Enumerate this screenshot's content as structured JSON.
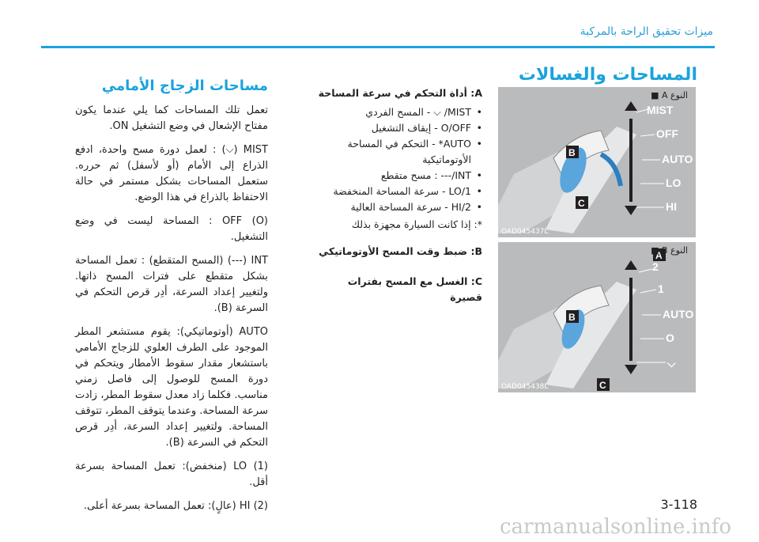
{
  "header": {
    "running_title": "ميزات تحقيق الراحة بالمركبة"
  },
  "section_title": "المساحات والغسالات",
  "front_wipers": {
    "title": "مساحات الزجاج الأمامي",
    "paragraphs": [
      "تعمل تلك المساحات كما يلي عندما يكون مفتاح الإشعال في وضع التشغيل ON.",
      "MIST (⌵) : لعمل دورة مسح واحدة، ادفع الذراع إلى الأمام (أو لأسفل) ثم حرره. ستعمل المساحات بشكل مستمر في حالة الاحتفاظ بالذراع في هذا الوضع.",
      "OFF (O) : المساحة ليست في وضع التشغيل.",
      "INT (---) (المسح المتقطع) : تعمل المساحة بشكل متقطع على فترات المسح ذاتها. ولتغيير إعداد السرعة، أدِر قرص التحكم في السرعة (B).",
      "AUTO (أوتوماتيكي): يقوم مستشعر المطر الموجود على الطرف العلوي للزجاج الأمامي باستشعار مقدار سقوط الأمطار ويتحكم في دورة المسح للوصول إلى فاصل زمني مناسب. فكلما زاد معدل سقوط المطر، زادت سرعة المساحة. وعندما يتوقف المطر، تتوقف المساحة. ولتغيير إعداد السرعة، أدِر قرص التحكم في السرعة (B).",
      "LO (1) (منخفض): تعمل المساحة بسرعة أقل.",
      "HI (2) (عالٍ): تعمل المساحة بسرعة أعلى."
    ]
  },
  "controls": {
    "heading": "A: أداة التحكم في سرعة المساحة",
    "items": [
      "MIST/ ⌵ - المسح الفردي",
      "O/OFF - إيقاف التشغيل",
      "AUTO* - التحكم في المساحة الأوتوماتيكية",
      "INT/--- : مسح متقطع",
      "LO/1 - سرعة المساحة المنخفضة",
      "HI/2 - سرعة المساحة العالية"
    ],
    "footnote": "*: إذا كانت السيارة مجهزة بذلك",
    "b": "B: ضبط وقت المسح الأوتوماتيكي",
    "c": "C: الغسل مع المسح بفترات قصيرة"
  },
  "figures": {
    "a": {
      "tag": "النوع A ■",
      "code": "OAD045437L",
      "labels": [
        "MIST",
        "OFF",
        "AUTO",
        "LO",
        "HI"
      ],
      "callouts": [
        "B",
        "C"
      ]
    },
    "b": {
      "tag": "النوع B ■",
      "code": "OAD045438L",
      "labels": [
        "2",
        "1",
        "AUTO",
        "O",
        "⌵"
      ],
      "callouts": [
        "A",
        "B",
        "C"
      ]
    }
  },
  "page_number": "3-118",
  "watermark": "carmanualsonline.info"
}
